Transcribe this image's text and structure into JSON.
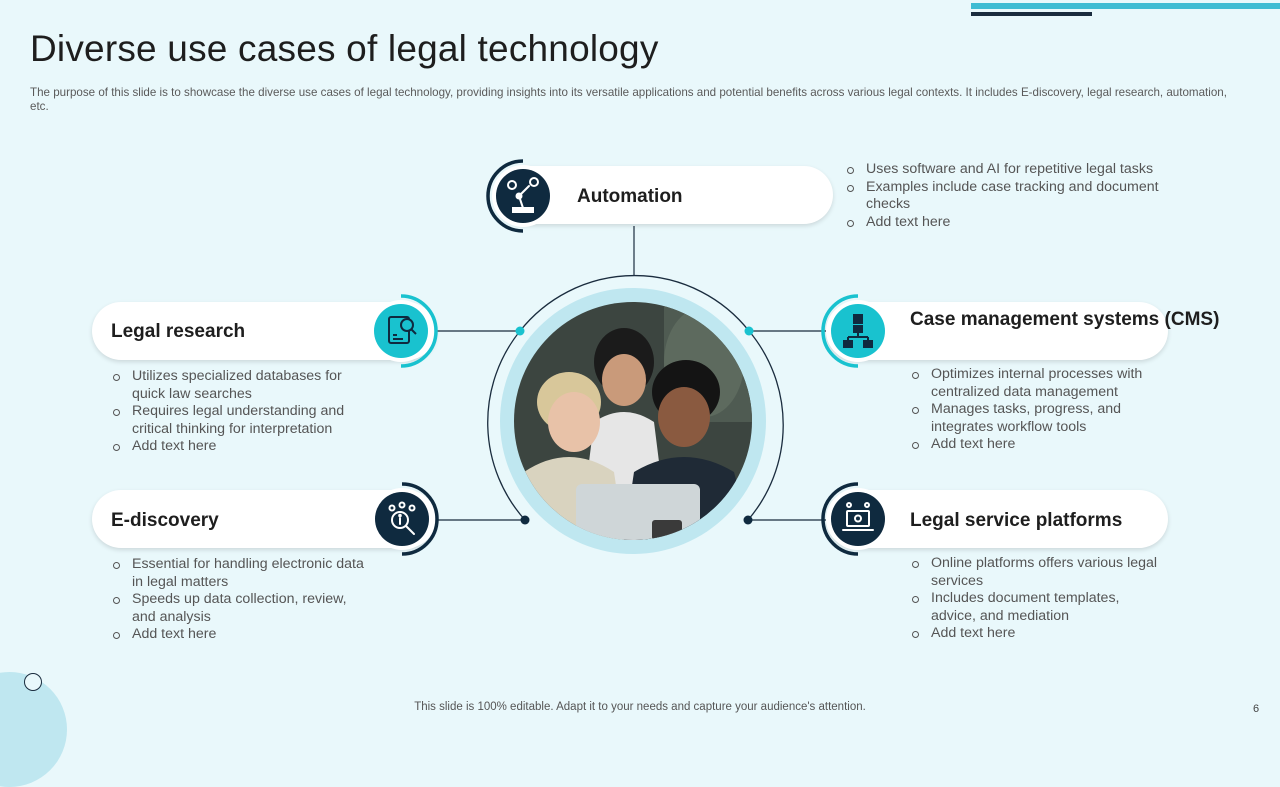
{
  "title": "Diverse use cases of legal technology",
  "subtitle": "The purpose of this slide is to showcase the diverse use cases of legal technology, providing insights into its versatile applications and potential benefits across various legal contexts. It includes E-discovery, legal research, automation, etc.",
  "footer": "This slide is 100% editable. Adapt it to your needs and capture your audience's attention.",
  "page_number": "6",
  "colors": {
    "dark": "#0f2a3f",
    "teal": "#19c2cf",
    "background": "#e9f8fb",
    "accent_light": "#bfe7f0"
  },
  "center_image": {
    "icon": "team-photo"
  },
  "nodes": {
    "automation": {
      "label": "Automation",
      "icon": "robot-arm-icon",
      "bullets": [
        "Uses software and AI for repetitive legal tasks",
        "Examples include case tracking and document checks",
        "Add text here"
      ]
    },
    "legal_research": {
      "label": "Legal research",
      "icon": "research-document-icon",
      "bullets": [
        "Utilizes specialized databases for quick law searches",
        "Requires legal understanding and critical thinking for interpretation",
        "Add text here"
      ]
    },
    "cms": {
      "label": "Case management systems (CMS)",
      "icon": "organization-chart-icon",
      "bullets": [
        "Optimizes internal processes with centralized data management",
        "Manages tasks, progress, and integrates workflow tools",
        "Add text here"
      ]
    },
    "ediscovery": {
      "label": "E-discovery",
      "icon": "info-search-icon",
      "bullets": [
        "Essential for handling electronic data in legal matters",
        "Speeds up data collection, review, and analysis",
        "Add text here"
      ]
    },
    "platforms": {
      "label": "Legal service platforms",
      "icon": "laptop-gear-icon",
      "bullets": [
        "Online platforms offers various legal services",
        "Includes document templates, advice, and mediation",
        "Add text here"
      ]
    }
  }
}
